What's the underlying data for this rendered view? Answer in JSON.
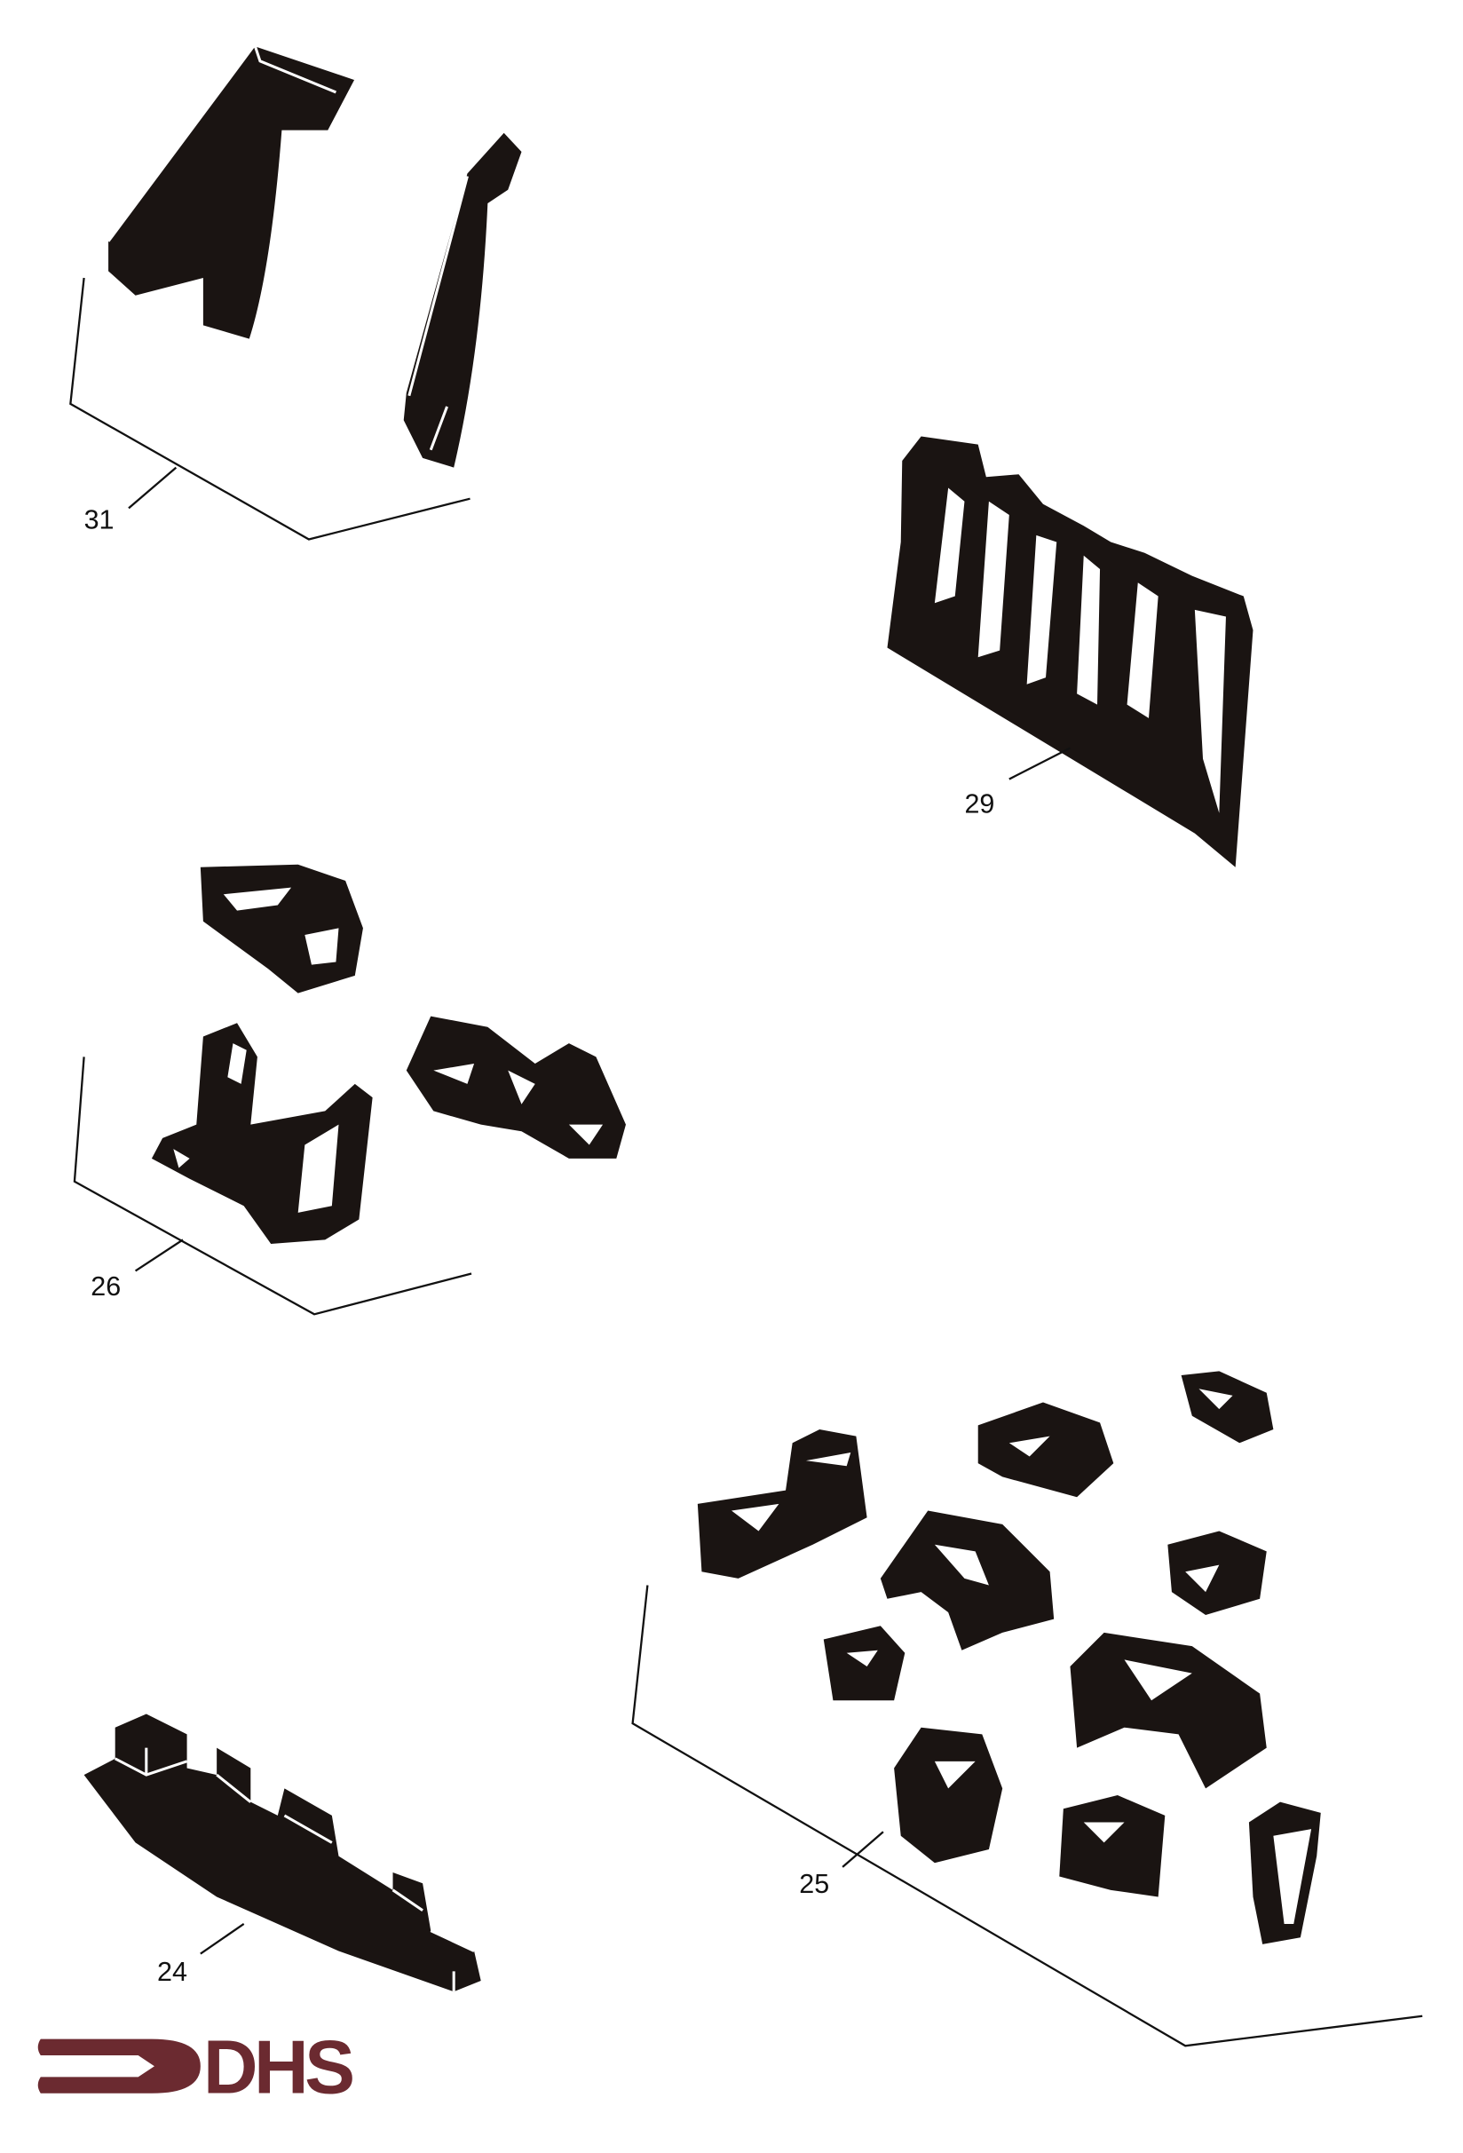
{
  "labels": {
    "part_31": "31",
    "part_29": "29",
    "part_26": "26",
    "part_25": "25",
    "part_24": "24"
  },
  "logo": {
    "text": "DHS",
    "color": "#6b2a30"
  },
  "colors": {
    "ink": "#1a1412",
    "background": "#ffffff"
  }
}
